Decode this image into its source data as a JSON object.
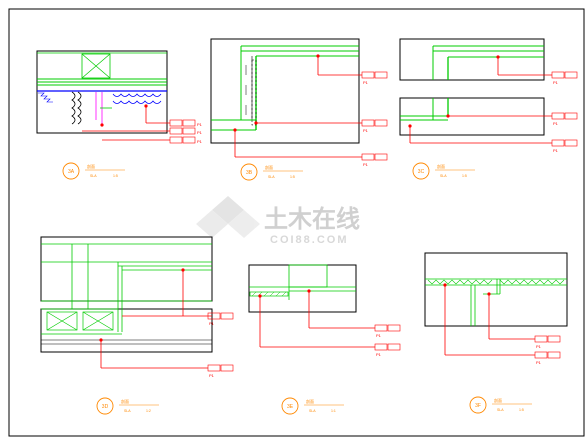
{
  "sheet": {
    "watermark": {
      "title": "土木在线",
      "subtitle": "COI88.COM"
    },
    "details": [
      {
        "id": "3A",
        "name": "剖面",
        "ref": "SLA",
        "scale": "1:5",
        "tags": [
          "P1",
          "P1",
          "P1"
        ]
      },
      {
        "id": "3B",
        "name": "剖面",
        "ref": "SLA",
        "scale": "1:5",
        "tags": [
          "P1",
          "P1",
          "P1"
        ]
      },
      {
        "id": "3C",
        "name": "剖面",
        "ref": "SLA",
        "scale": "1:5",
        "tags": [
          "P1",
          "P1",
          "P1"
        ]
      },
      {
        "id": "3D",
        "name": "剖面",
        "ref": "SLA",
        "scale": "1:2",
        "tags": [
          "P1",
          "P1"
        ]
      },
      {
        "id": "3E",
        "name": "剖面",
        "ref": "SLA",
        "scale": "1:1",
        "tags": [
          "P1",
          "P1"
        ]
      },
      {
        "id": "3F",
        "name": "剖面",
        "ref": "SLA",
        "scale": "1:5",
        "tags": [
          "P1",
          "P1"
        ]
      }
    ]
  },
  "colors": {
    "line": "#ff0000",
    "edge": "#000000",
    "finish": "#00cc00",
    "insulation": "#0000ff",
    "dim": "#ff00ff",
    "title": "#ff8800",
    "watermark": "#d4d4d4"
  }
}
